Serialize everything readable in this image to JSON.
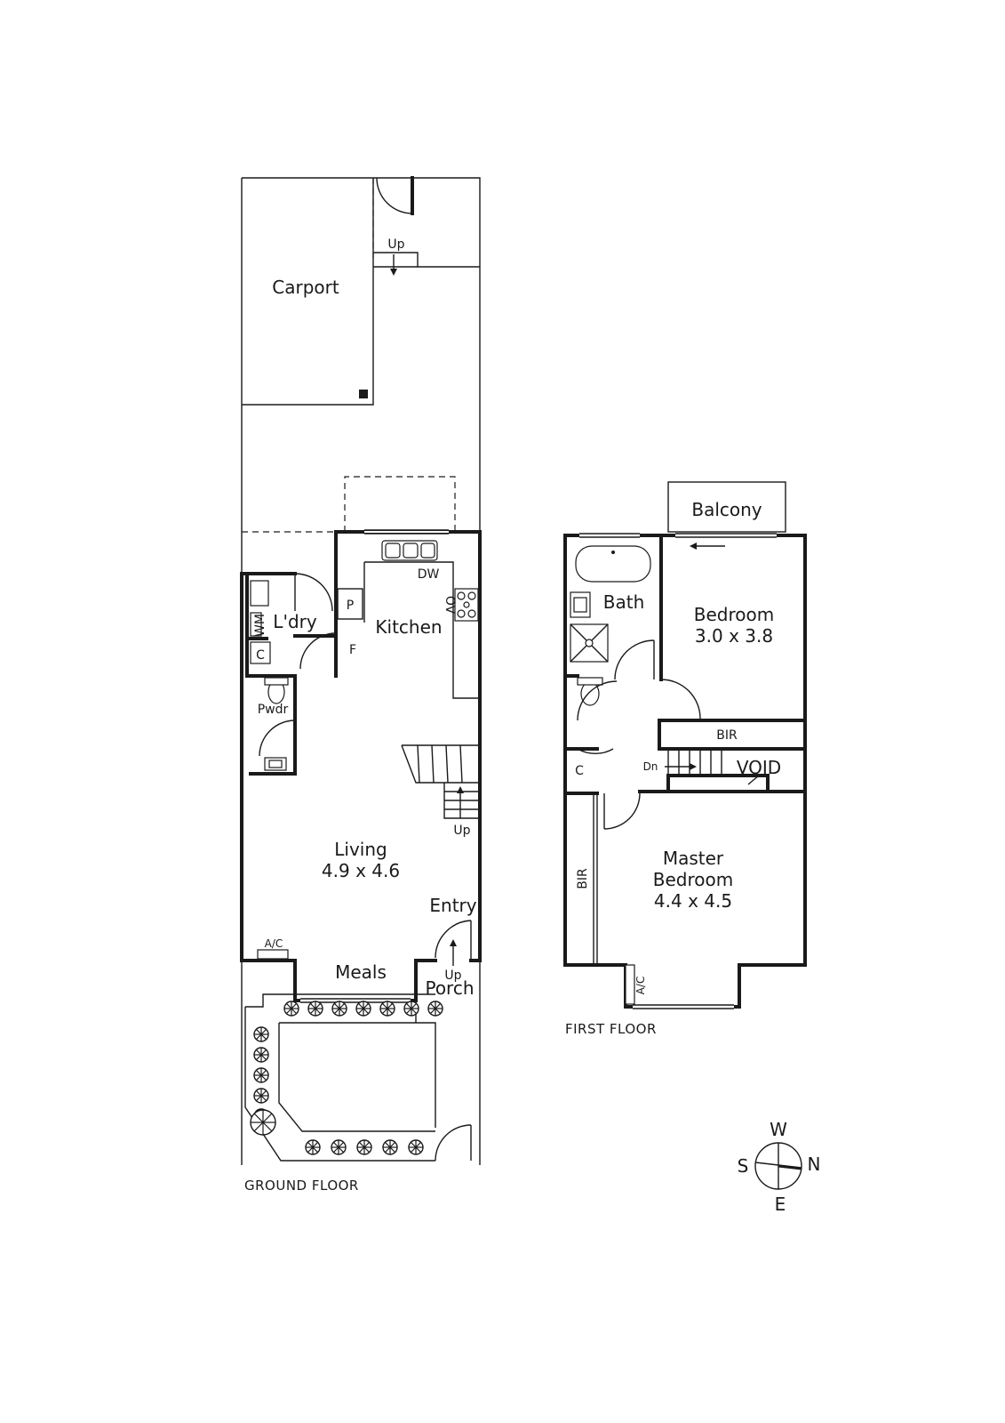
{
  "ground_floor": {
    "caption": "GROUND FLOOR",
    "rooms": {
      "carport": "Carport",
      "laundry": "L'dry",
      "kitchen": "Kitchen",
      "powder": "Pwdr",
      "living": "Living",
      "living_size": "4.9 x 4.6",
      "entry": "Entry",
      "meals": "Meals",
      "porch": "Porch"
    },
    "fixtures": {
      "dishwasher": "DW",
      "oven": "OV",
      "pantry": "P",
      "fridge": "F",
      "washing_machine": "WM",
      "cupboard": "C",
      "air_con": "A/C"
    },
    "stairs": {
      "carport_steps": "Up",
      "internal_stairs": "Up",
      "porch_steps": "Up"
    }
  },
  "first_floor": {
    "caption": "FIRST FLOOR",
    "rooms": {
      "balcony": "Balcony",
      "bath": "Bath",
      "bedroom": "Bedroom",
      "bedroom_size": "3.0 x 3.8",
      "bir": "BIR",
      "cupboard": "C",
      "void": "VOID",
      "master_bedroom_line1": "Master",
      "master_bedroom_line2": "Bedroom",
      "master_bedroom_size": "4.4 x 4.5",
      "master_bir": "BIR"
    },
    "fixtures": {
      "air_con": "A/C"
    },
    "stairs": {
      "down": "Dn"
    }
  },
  "compass": {
    "w": "W",
    "s": "S",
    "n": "N",
    "e": "E"
  }
}
